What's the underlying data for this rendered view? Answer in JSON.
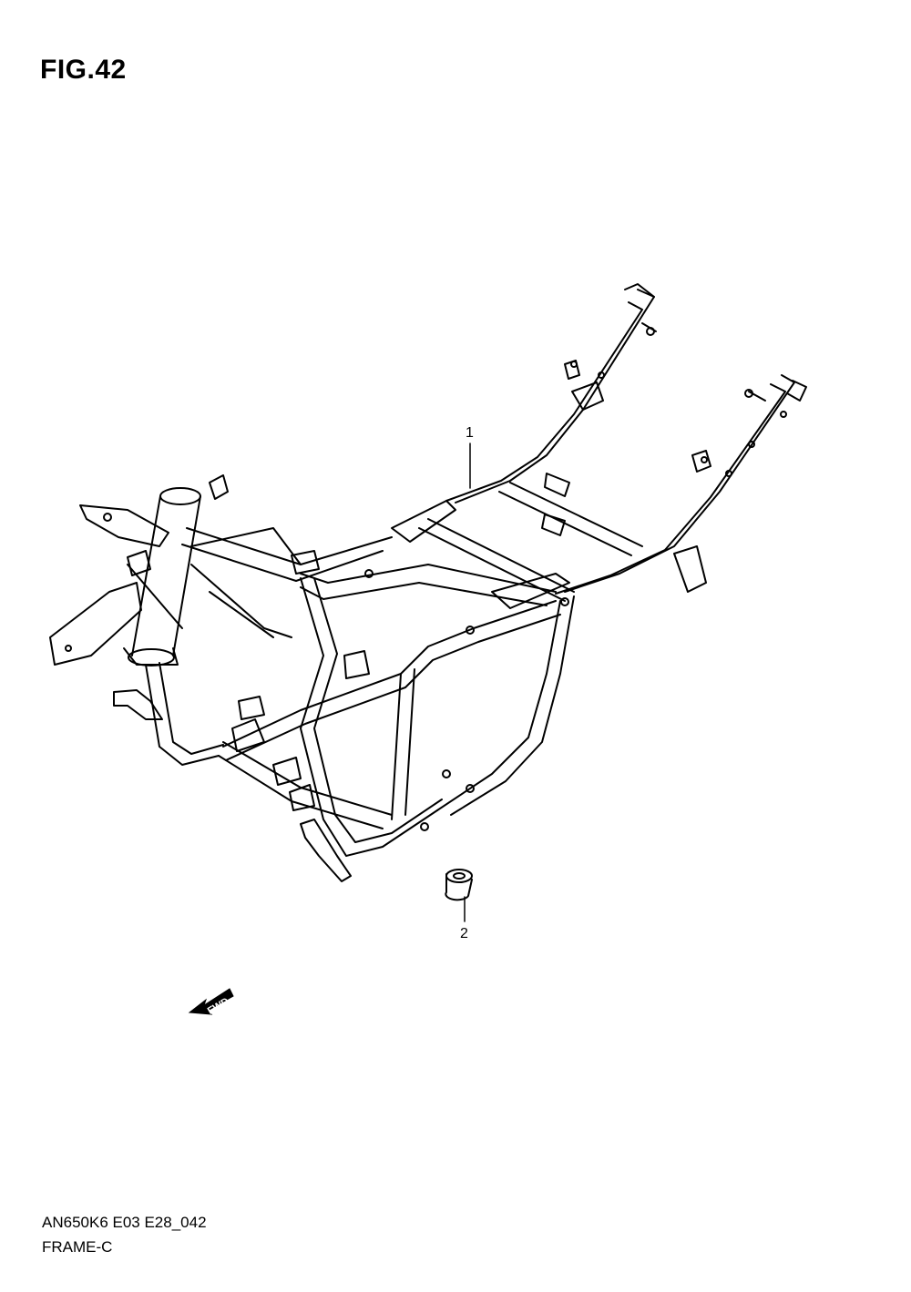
{
  "figure": {
    "title": "FIG.42"
  },
  "callouts": [
    {
      "id": "1",
      "label": "1"
    },
    {
      "id": "2",
      "label": "2"
    }
  ],
  "direction_marker": {
    "icon": "fwd-arrow-icon",
    "text": "FWD"
  },
  "footer": {
    "code": "AN650K6 E03 E28_042",
    "name": "FRAME-C"
  },
  "colors": {
    "line": "#000000",
    "fill": "#ffffff"
  }
}
